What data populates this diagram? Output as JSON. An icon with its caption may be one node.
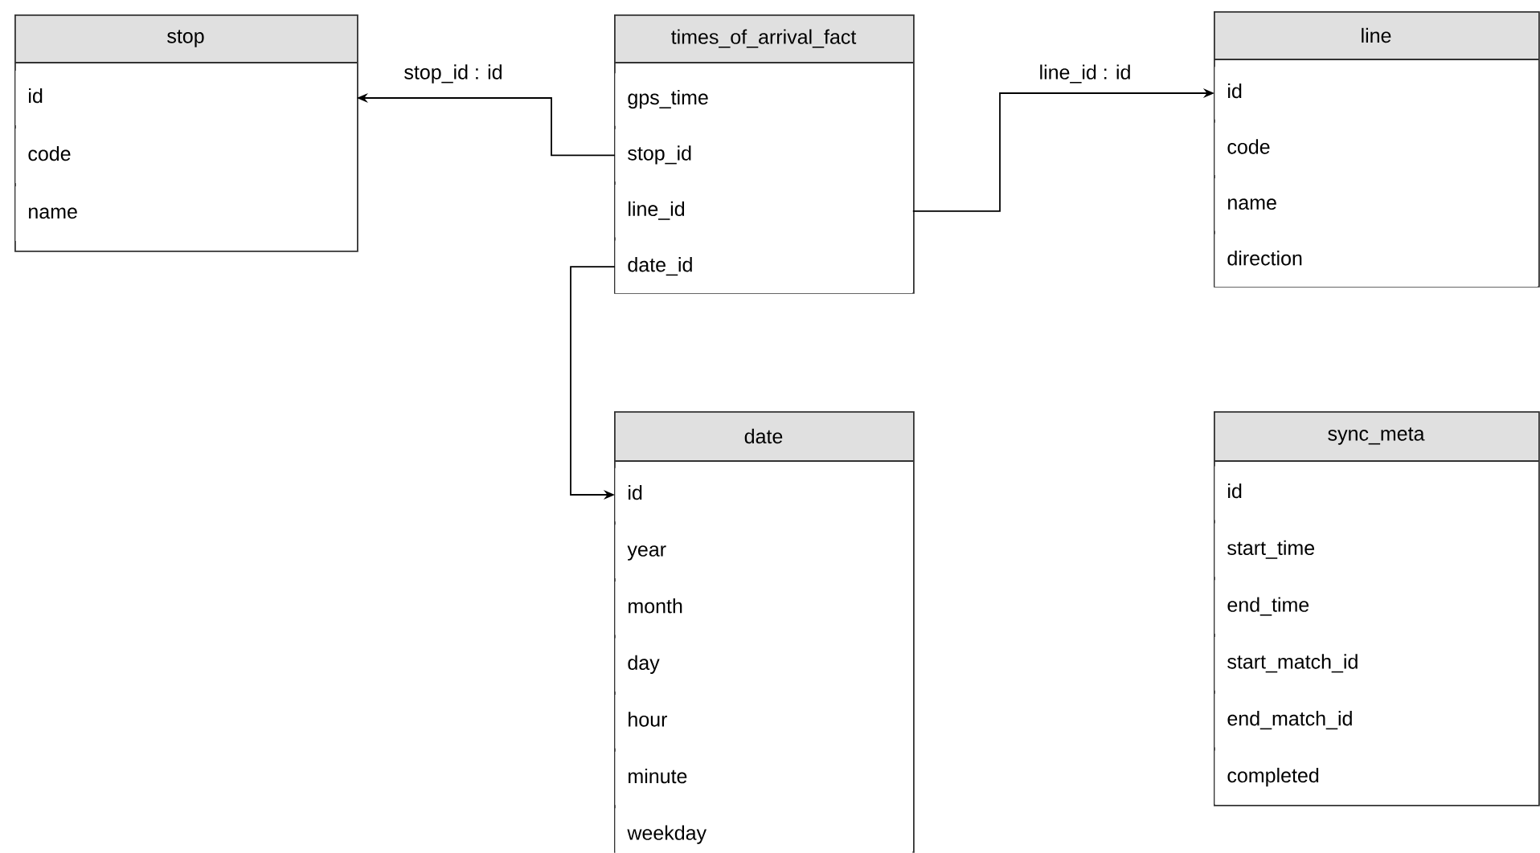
{
  "diagram": {
    "nodes": [
      {
        "text": [
          "stop"
        ]
      },
      {
        "text": [
          "id"
        ],
        "in": 0
      },
      {
        "text": [
          "code"
        ],
        "in": 0
      },
      {
        "text": [
          "name"
        ],
        "in": 0
      },
      {
        "text": [
          "times_of_arrival_fact"
        ]
      },
      {
        "text": [
          "gps_time"
        ],
        "in": 4
      },
      {
        "text": [
          "stop_id"
        ],
        "in": 4
      },
      {
        "text": [
          "line_id"
        ],
        "in": 4
      },
      {
        "text": [
          "date_id"
        ],
        "in": 4
      },
      {
        "text": [
          "line"
        ]
      },
      {
        "text": [
          "id"
        ],
        "in": 9
      },
      {
        "text": [
          "code"
        ],
        "in": 9
      },
      {
        "text": [
          "name"
        ],
        "in": 9
      },
      {
        "text": [
          "direction"
        ],
        "in": 9
      },
      {
        "text": [
          "date"
        ]
      },
      {
        "text": [
          "id"
        ],
        "in": 14
      },
      {
        "text": [
          "year"
        ],
        "in": 14
      },
      {
        "text": [
          "month"
        ],
        "in": 14
      },
      {
        "text": [
          "day"
        ],
        "in": 14
      },
      {
        "text": [
          "hour"
        ],
        "in": 14
      },
      {
        "text": [
          "minute"
        ],
        "in": 14
      },
      {
        "text": [
          "weekday"
        ],
        "in": 14
      },
      {
        "text": [
          "sync_meta"
        ]
      },
      {
        "text": [
          "id"
        ],
        "in": 22
      },
      {
        "text": [
          "start_time"
        ],
        "in": 22
      },
      {
        "text": [
          "end_time"
        ],
        "in": 22
      },
      {
        "text": [
          "start_match_id"
        ],
        "in": 22
      },
      {
        "text": [
          "end_match_id"
        ],
        "in": 22
      },
      {
        "text": [
          "completed"
        ],
        "in": 22
      }
    ],
    "edges": [
      {
        "from": 6,
        "to": 1,
        "arrow": "to",
        "label": "stop_id : id"
      },
      {
        "from": 7,
        "to": 10,
        "arrow": "to",
        "label": "line_id : id"
      },
      {
        "from": 8,
        "to": 15,
        "arrow": "to"
      }
    ]
  }
}
